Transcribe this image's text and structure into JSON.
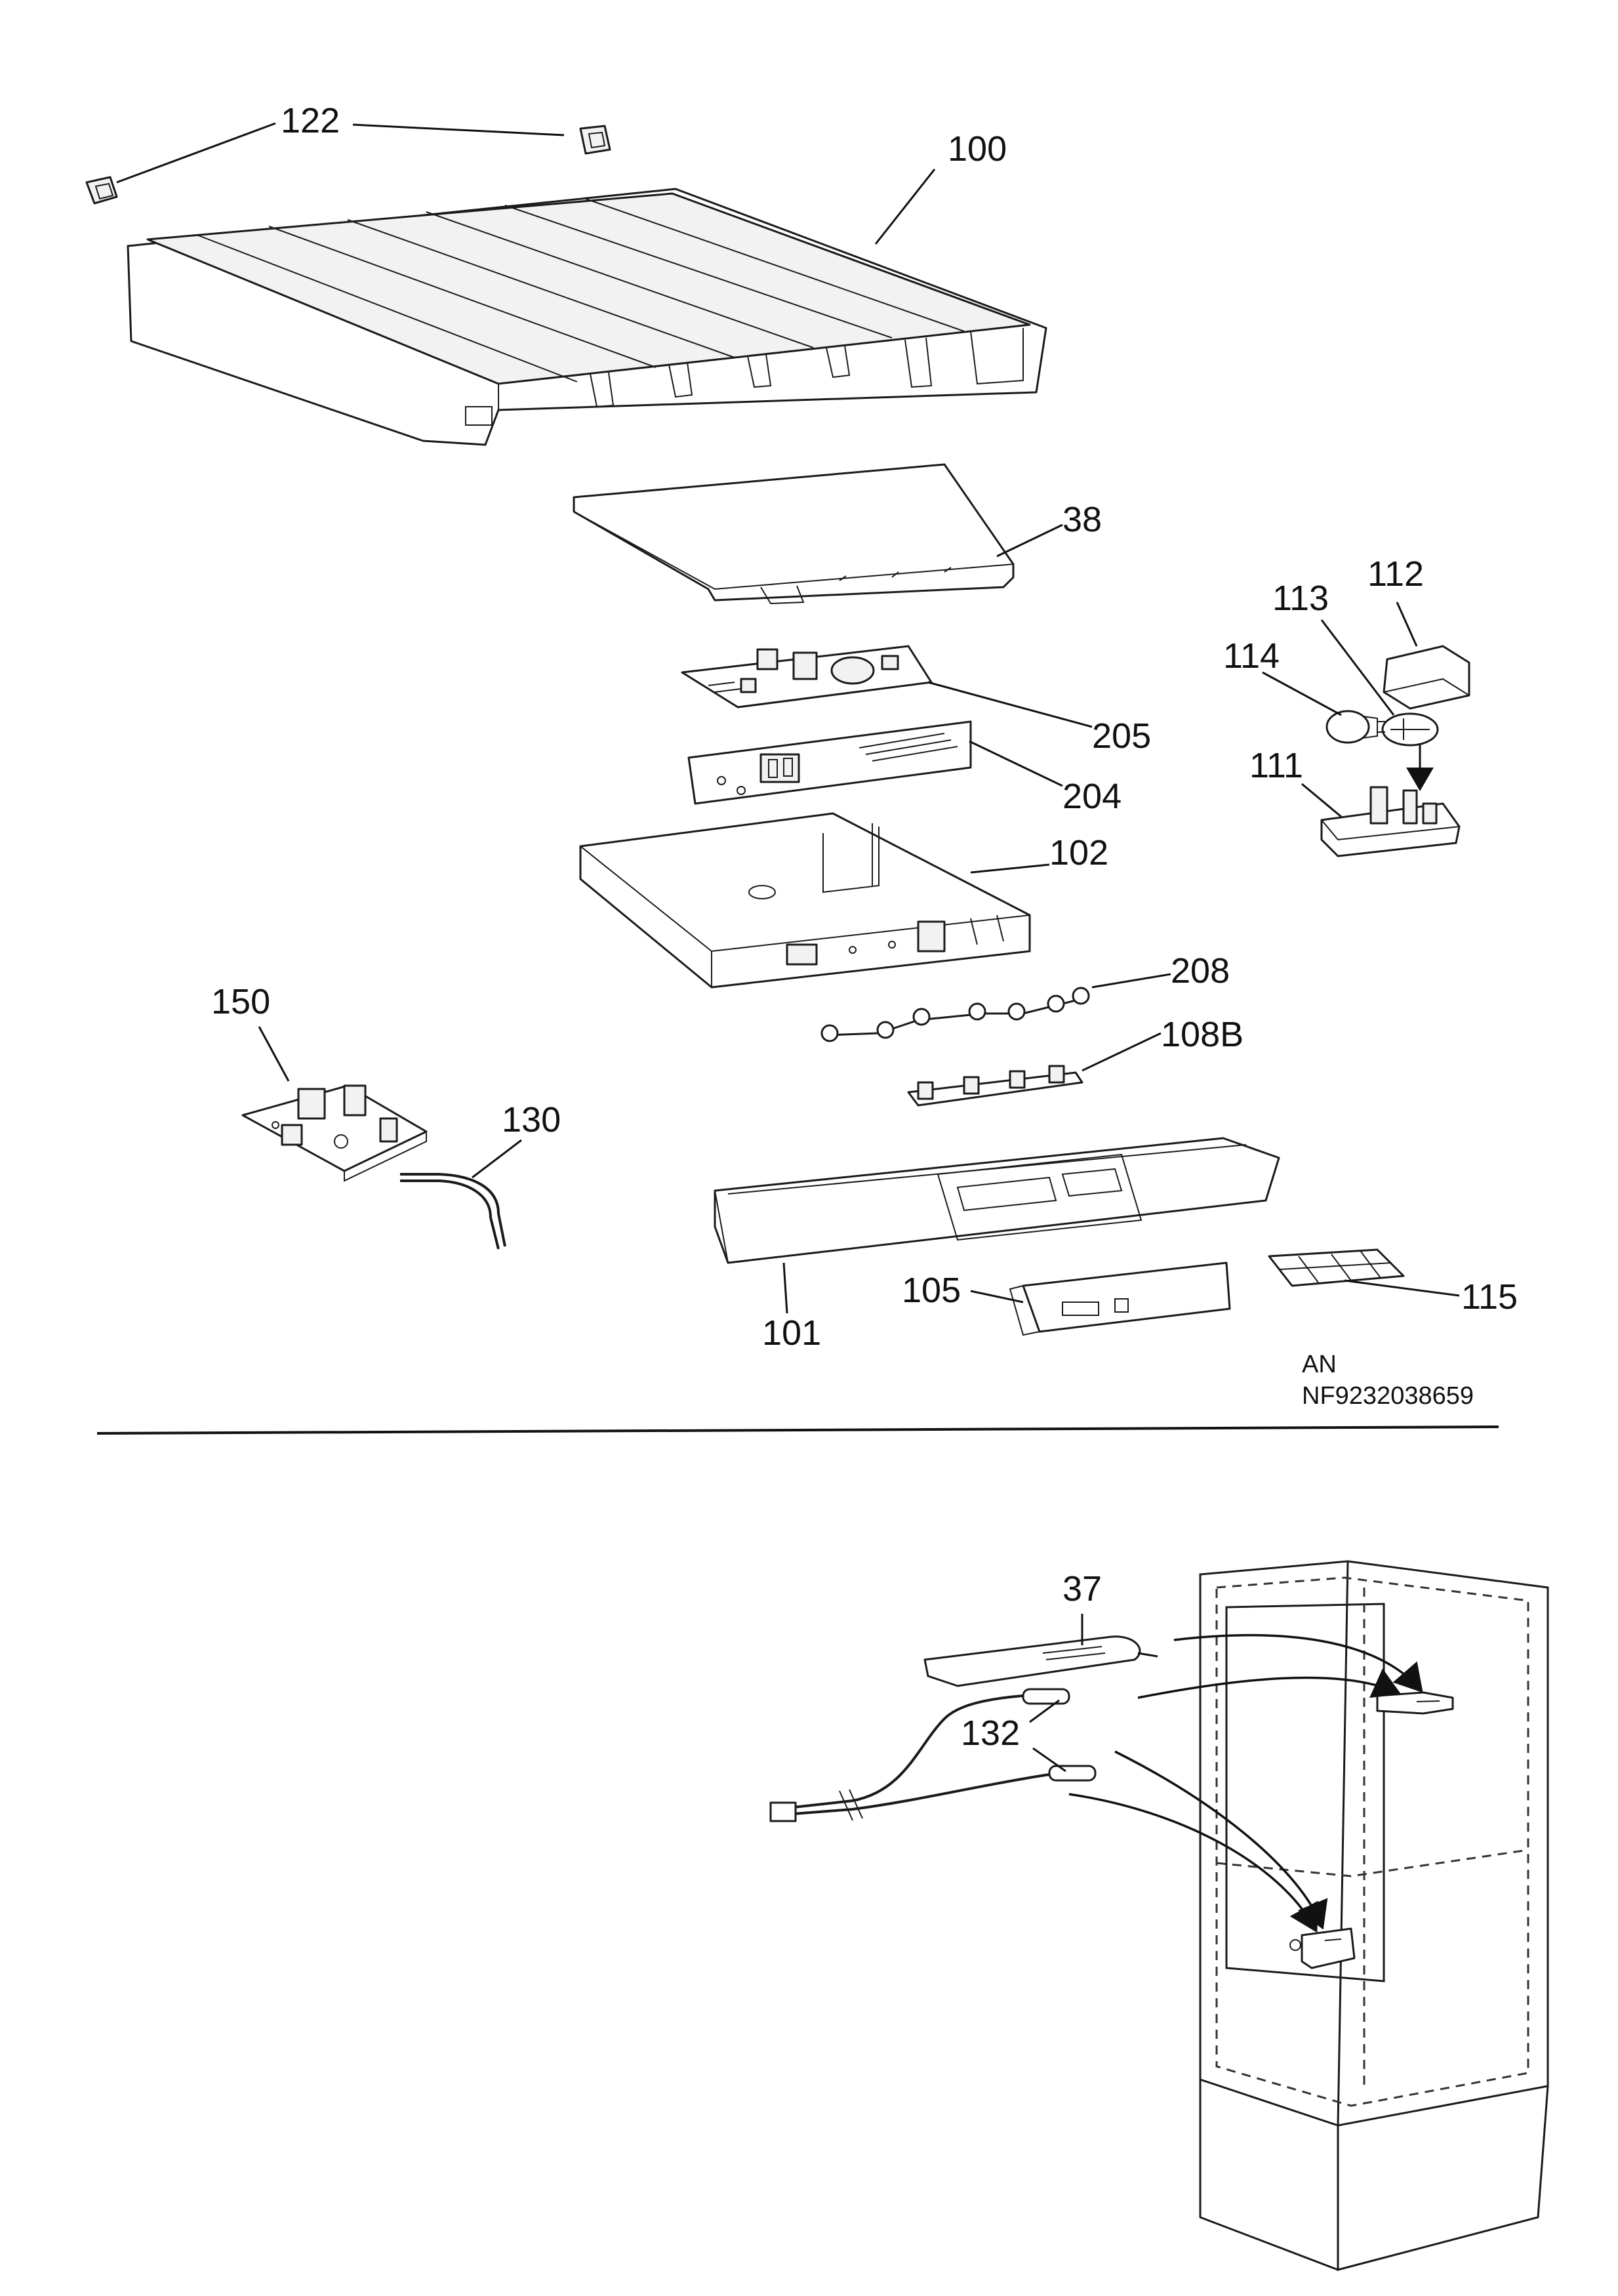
{
  "labels": {
    "p122": "122",
    "p100": "100",
    "p38": "38",
    "p112": "112",
    "p113": "113",
    "p114": "114",
    "p111": "111",
    "p205": "205",
    "p204": "204",
    "p102": "102",
    "p208": "208",
    "p150": "150",
    "p108b": "108B",
    "p130": "130",
    "p105": "105",
    "p115": "115",
    "p101": "101",
    "p37": "37",
    "p132": "132"
  },
  "drawing_code": {
    "line1": "AN",
    "line2": "NF9232038659"
  }
}
